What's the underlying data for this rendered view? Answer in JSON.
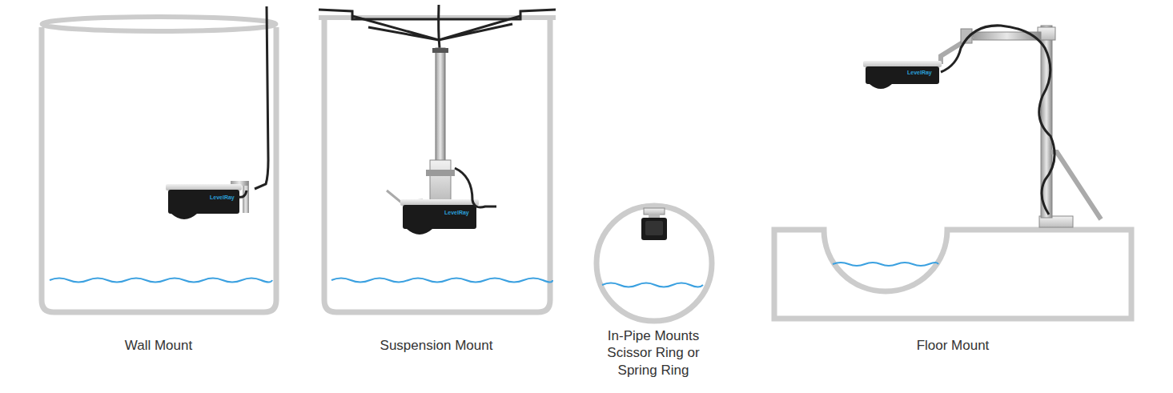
{
  "diagram": {
    "labels": [
      "Wall Mount",
      "Suspension Mount",
      "In-Pipe Mounts Scissor Ring or Spring Ring",
      "Floor Mount",
      "LevelRay",
      "LevelRay",
      "LevelRay"
    ]
  }
}
